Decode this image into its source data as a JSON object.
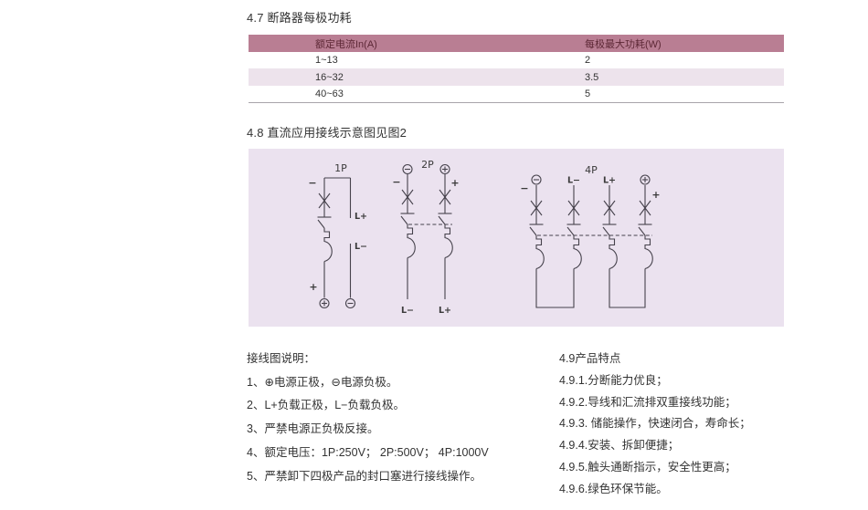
{
  "sections": {
    "s47_title": "4.7 断路器每极功耗",
    "s48_title": "4.8 直流应用接线示意图见图2"
  },
  "table": {
    "headers": [
      "额定电流In(A)",
      "每极最大功耗(W)"
    ],
    "rows": [
      [
        "1~13",
        "2"
      ],
      [
        "16~32",
        "3.5"
      ],
      [
        "40~63",
        "5"
      ]
    ],
    "colors": {
      "header_bg": "#b97e93",
      "header_text": "#5d2836",
      "alt_row_bg": "#ede3ec"
    }
  },
  "diagram": {
    "bg": "#ebe2ef",
    "titles": {
      "p1": "1P",
      "p2": "2P",
      "p4": "4P"
    },
    "labels": {
      "plus": "+",
      "minus": "−",
      "l_plus": "L+",
      "l_minus": "L−"
    }
  },
  "notes": {
    "title": "接线图说明：",
    "items": [
      "1、⊕电源正极，⊖电源负极。",
      "2、L+负载正极，L−负载负极。",
      "3、严禁电源正负极反接。",
      "4、额定电压：1P:250V；  2P:500V； 4P:1000V",
      "5、严禁卸下四极产品的封口塞进行接线操作。"
    ]
  },
  "features": {
    "title": "4.9产品特点",
    "items": [
      "4.9.1.分断能力优良；",
      "4.9.2.导线和汇流排双重接线功能；",
      "4.9.3. 储能操作，快速闭合，寿命长；",
      "4.9.4.安装、拆卸便捷；",
      "4.9.5.触头通断指示，安全性更高；",
      "4.9.6.绿色环保节能。"
    ]
  }
}
